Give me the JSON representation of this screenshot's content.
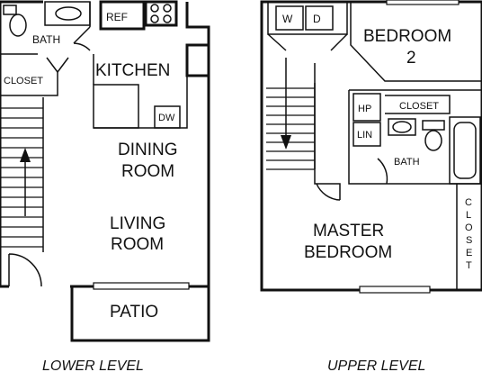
{
  "lower_level": {
    "caption": "LOWER LEVEL",
    "rooms": {
      "bath": "BATH",
      "ref": "REF",
      "kitchen": "KITCHEN",
      "closet": "CLOSET",
      "dw": "DW",
      "dining_line1": "DINING",
      "dining_line2": "ROOM",
      "living_line1": "LIVING",
      "living_line2": "ROOM",
      "patio": "PATIO"
    }
  },
  "upper_level": {
    "caption": "UPPER LEVEL",
    "rooms": {
      "w": "W",
      "d": "D",
      "bedroom2_line1": "BEDROOM",
      "bedroom2_line2": "2",
      "hp": "HP",
      "closet_top": "CLOSET",
      "lin": "LIN",
      "bath": "BATH",
      "closet_side": [
        "C",
        "L",
        "O",
        "S",
        "E",
        "T"
      ],
      "master_line1": "MASTER",
      "master_line2": "BEDROOM"
    }
  }
}
